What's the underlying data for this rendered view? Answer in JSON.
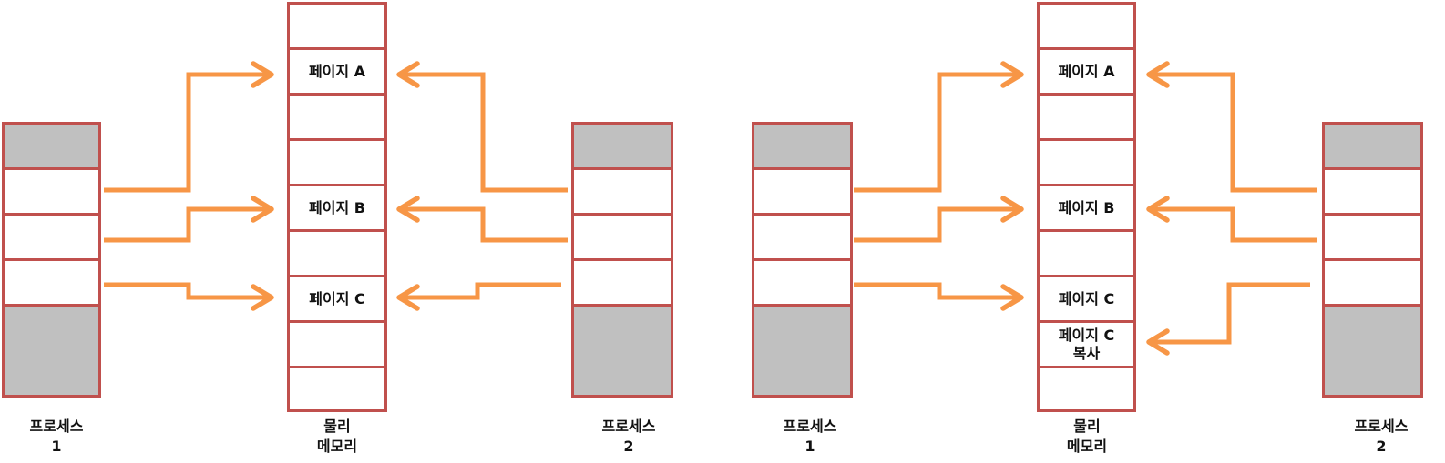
{
  "diagrams": [
    {
      "process1": {
        "label_line1": "프로세스",
        "label_line2": "1"
      },
      "memory": {
        "label_line1": "물리",
        "label_line2": "메모리"
      },
      "process2": {
        "label_line1": "프로세스",
        "label_line2": "2"
      },
      "pages": {
        "a": "페이지 A",
        "b": "페이지 B",
        "c": "페이지 C"
      }
    },
    {
      "process1": {
        "label_line1": "프로세스",
        "label_line2": "1"
      },
      "memory": {
        "label_line1": "물리",
        "label_line2": "메모리"
      },
      "process2": {
        "label_line1": "프로세스",
        "label_line2": "2"
      },
      "pages": {
        "a": "페이지 A",
        "b": "페이지 B",
        "c": "페이지 C",
        "c_copy_line1": "페이지 C",
        "c_copy_line2": "복사"
      }
    }
  ],
  "colors": {
    "cell_border": "#c0504d",
    "shaded_cell": "#c0c0c0",
    "arrow": "#f79646"
  }
}
